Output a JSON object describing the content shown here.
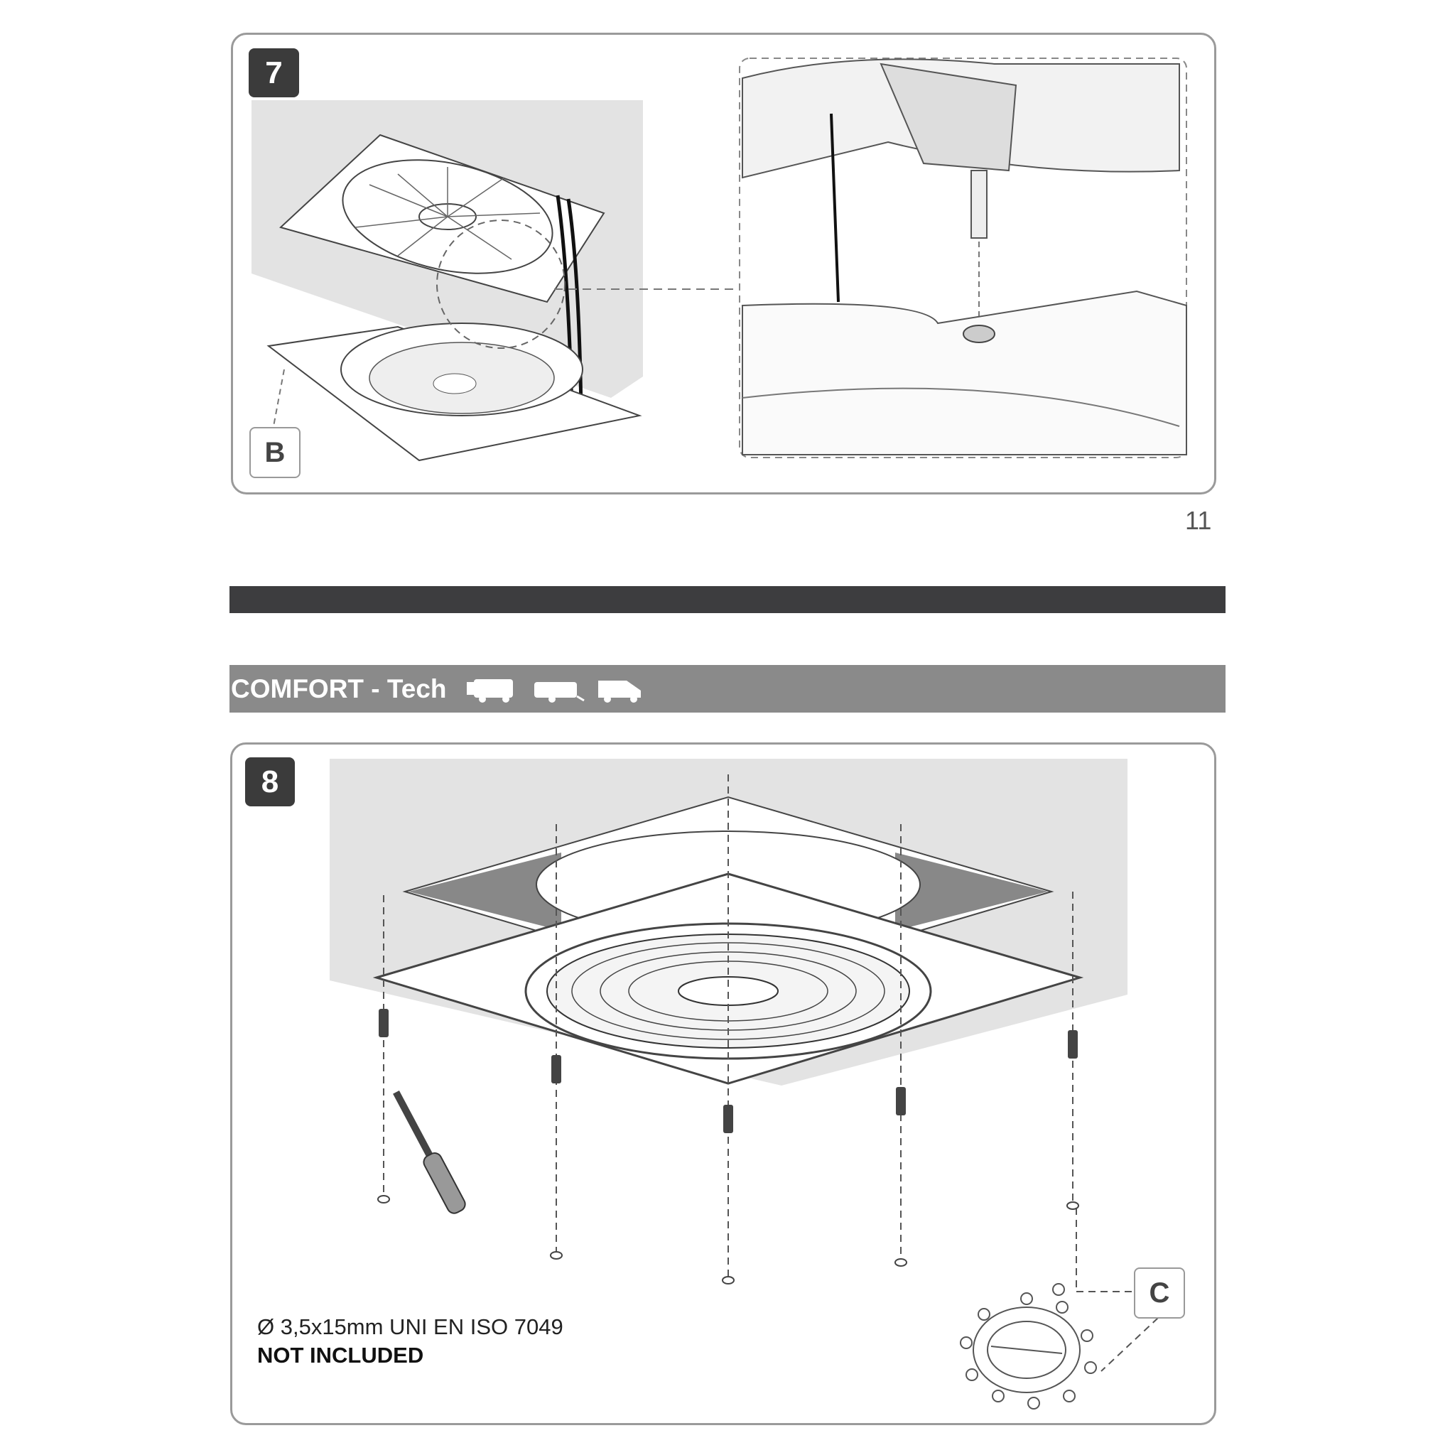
{
  "step7": {
    "number": "7",
    "label": "B"
  },
  "page_number": "11",
  "banner": {
    "title": "COMFORT - Tech",
    "icons": [
      "motorhome-icon",
      "caravan-icon",
      "van-icon"
    ]
  },
  "step8": {
    "number": "8",
    "label": "C",
    "screw_spec": "Ø 3,5x15mm UNI EN ISO 7049",
    "note": "NOT INCLUDED"
  }
}
